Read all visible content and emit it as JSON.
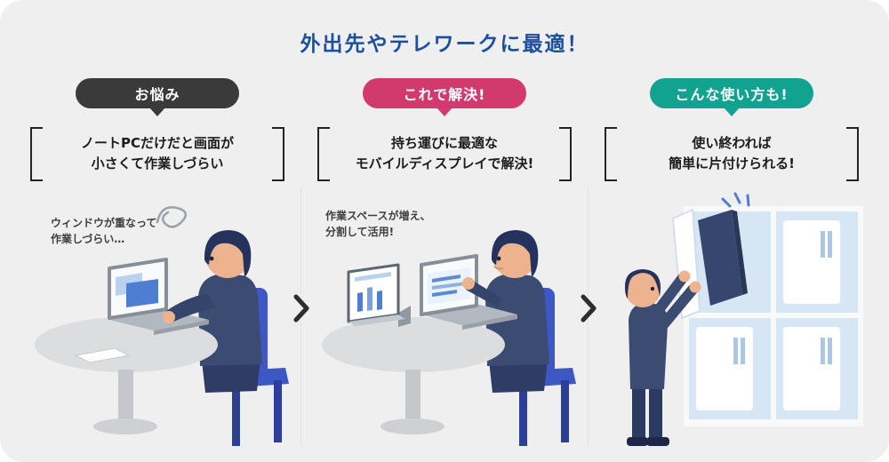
{
  "page": {
    "title": "外出先やテレワークに最適！",
    "title_color": "#1d4fa1",
    "background_color": "#efeff0",
    "chevron_color": "#2d2d2d"
  },
  "columns": [
    {
      "id": "problem",
      "badge": {
        "label": "お悩み",
        "color": "#3a3a3a"
      },
      "caption": {
        "line1": "ノートPCだけだと画面が",
        "line2": "小さくて作業しづらい"
      },
      "note": {
        "line1": "ウィンドウが重なって",
        "line2": "作業しづらい…"
      },
      "illustration": "man-working-on-small-laptop-at-round-table"
    },
    {
      "id": "solution",
      "badge": {
        "label": "これで解決!",
        "color": "#d23a6e"
      },
      "caption": {
        "line1": "持ち運びに最適な",
        "line2": "モバイルディスプレイで解決!"
      },
      "note": {
        "line1": "作業スペースが増え、",
        "line2": "分割して活用!"
      },
      "illustration": "man-working-with-laptop-and-mobile-display"
    },
    {
      "id": "usage",
      "badge": {
        "label": "こんな使い方も!",
        "color": "#12a390"
      },
      "caption": {
        "line1": "使い終われば",
        "line2": "簡単に片付けられる!"
      },
      "illustration": "man-storing-display-in-shelf"
    }
  ],
  "icons": {
    "separator": "chevron-right",
    "frustration": "scribble"
  }
}
